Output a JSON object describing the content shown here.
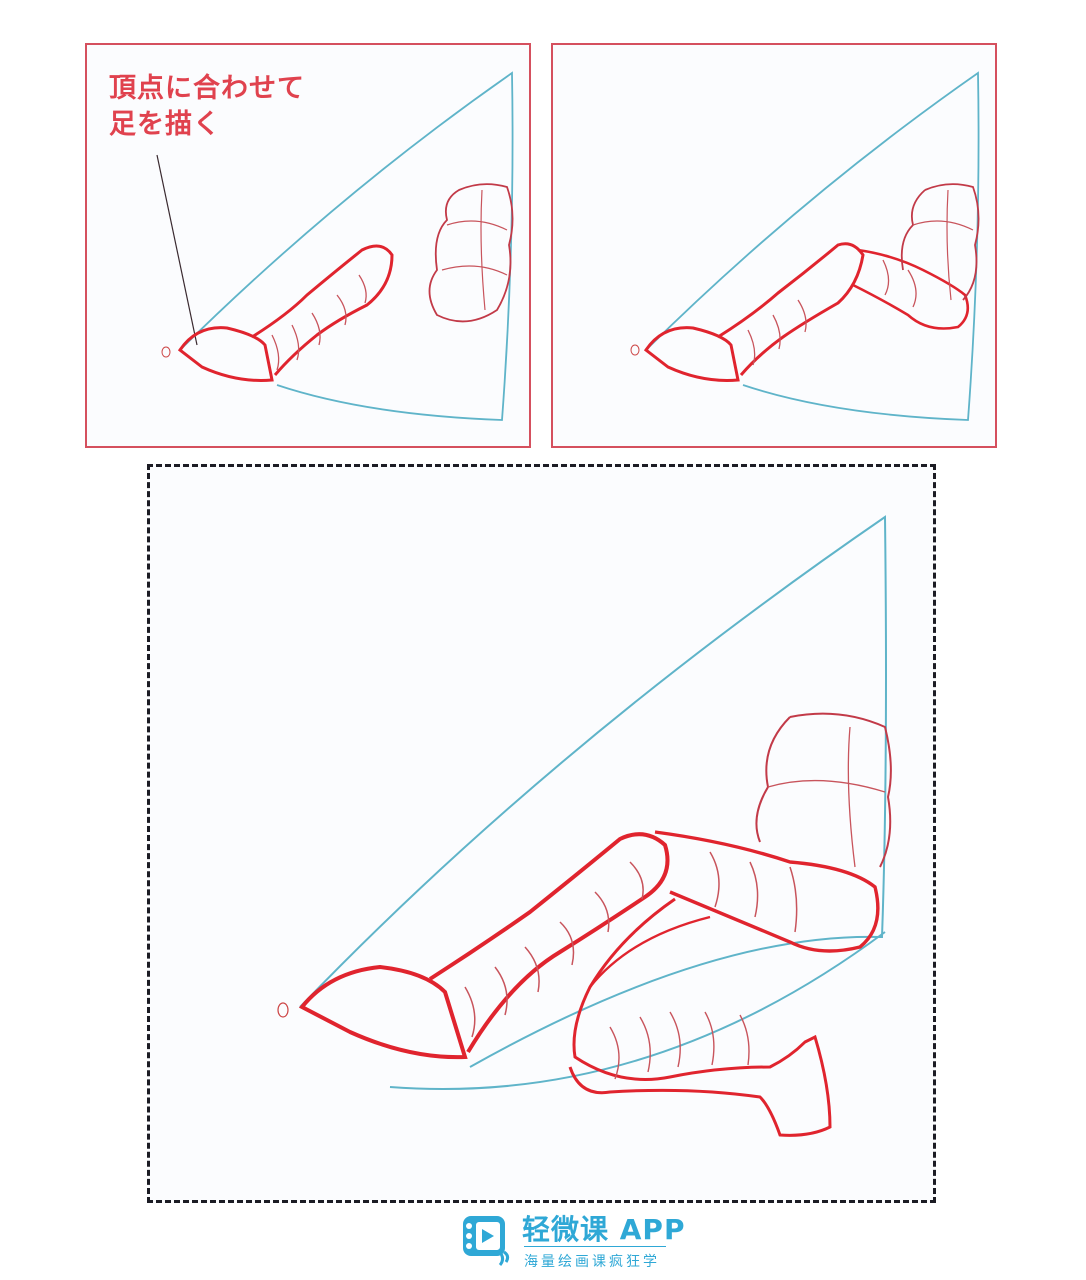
{
  "panels": [
    {
      "id": "panel-1",
      "caption": "頂点に合わせて\n足を描く",
      "border_color": "#d5505e",
      "content": "Blue perspective triangle guide with red sketched lower leg/foot whose toe aligns to the left vertex, plus separate thigh form on right"
    },
    {
      "id": "panel-2",
      "border_color": "#d5505e",
      "content": "Same guide with foot, shin and knee connected to bent thigh against right edge"
    },
    {
      "id": "panel-3",
      "border_style": "dashed",
      "border_color": "#1c1c24",
      "content": "Enlarged final: both legs sketched inside perspective triangle, second leg with foot touching bottom-right vertex"
    }
  ],
  "colors": {
    "guide_line": "#5fb4c9",
    "sketch_line": "#e0242e",
    "caption_text": "#e0424e",
    "logo": "#2fa8d6"
  },
  "watermark": {
    "icon": "video-clip-icon",
    "title": "轻微课 APP",
    "subtitle": "海量绘画课疯狂学"
  }
}
